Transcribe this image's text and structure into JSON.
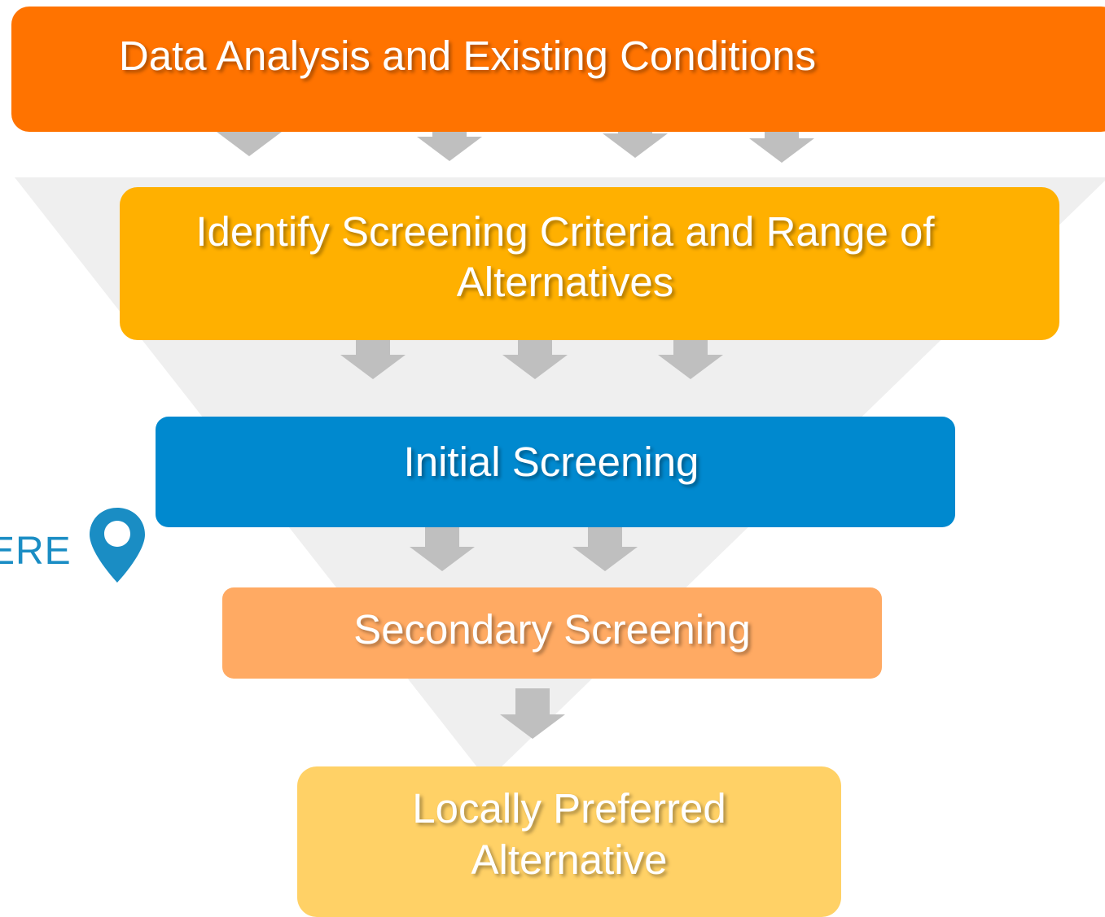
{
  "colors": {
    "funnel": "#efefef",
    "arrow": "#bfbfbf",
    "stage_1": "#ff7300",
    "stage_2": "#ffb000",
    "stage_3": "#0089cf",
    "stage_4": "#ffaa63",
    "stage_5": "#ffd166",
    "pin": "#1a8dc4"
  },
  "stages": [
    {
      "lines": [
        "Data Analysis and Existing Conditions"
      ]
    },
    {
      "lines": [
        "Identify Screening Criteria and Range of",
        "Alternatives"
      ]
    },
    {
      "lines": [
        "Initial Screening"
      ]
    },
    {
      "lines": [
        "Secondary Screening"
      ]
    },
    {
      "lines": [
        "Locally Preferred",
        "Alternative"
      ]
    }
  ],
  "marker": {
    "text": "ERE",
    "icon": "location-pin-icon"
  }
}
